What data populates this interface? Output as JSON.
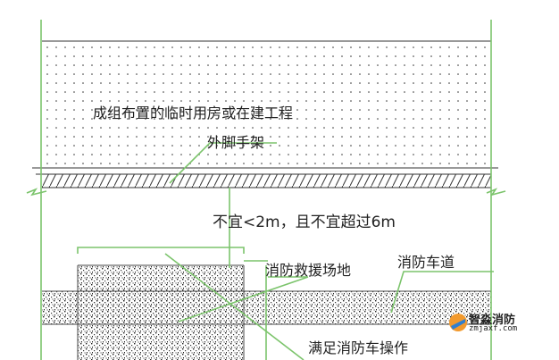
{
  "labels": {
    "building": "成组布置的临时用房或在建工程",
    "scaffold": "外脚手架",
    "distance_note": "不宜<2m，且不宜超过6m",
    "rescue_site": "消防救援场地",
    "fire_lane": "消防车道",
    "operation_note": "满足消防车操作"
  },
  "watermark": {
    "name": "智淼消防",
    "url": "zmjaxf.com"
  },
  "colors": {
    "guide_line": "#7cc46c",
    "ink": "#222222"
  }
}
